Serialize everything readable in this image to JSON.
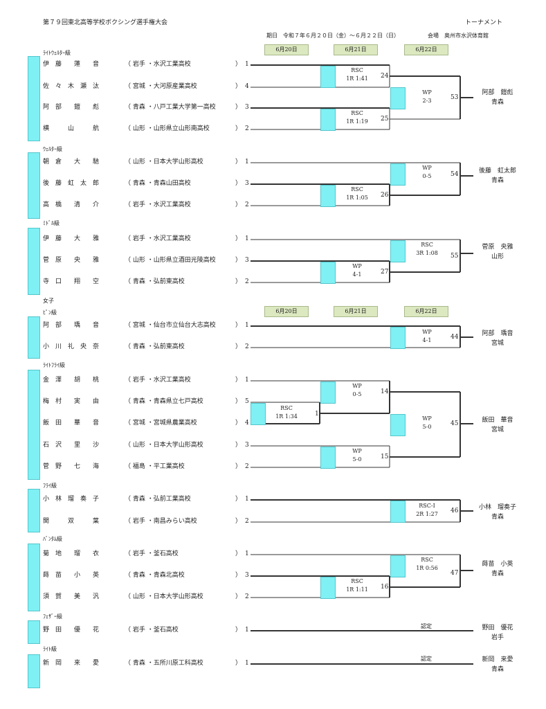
{
  "header": {
    "title": "第７９回東北高等学校ボクシング選手権大会",
    "right": "トーナメント",
    "period": "期日　令和７年６月２０日（金）〜６月２２日（日）",
    "venue": "会場　奥州市水沢体育館"
  },
  "dates": [
    "6月20日",
    "6月21日",
    "6月22日"
  ],
  "women_label": "女子",
  "classes": [
    {
      "label": "ﾗｲﾄｳｪﾙﾀｰ級",
      "entries": [
        {
          "name": "伊　藤　　蓮　　音",
          "school": "（ 岩手 ・水沢工業高校",
          "seed": "1"
        },
        {
          "name": "佐　々　木　瀬　汰",
          "school": "（ 宮城 ・大河原産業高校",
          "seed": "4"
        },
        {
          "name": "阿　部　　鎧　　彪",
          "school": "（ 青森 ・八戸工業大学第一高校",
          "seed": "3"
        },
        {
          "name": "横　　　山　　　航",
          "school": "（ 山形 ・山形県立山形南高校",
          "seed": "2"
        }
      ]
    },
    {
      "label": "ｳｪﾙﾀｰ級",
      "entries": [
        {
          "name": "朝　倉　　大　　馳",
          "school": "（ 山形 ・日本大学山形高校",
          "seed": "1"
        },
        {
          "name": "後　藤　虹　太　郎",
          "school": "（ 青森 ・青森山田高校",
          "seed": "3"
        },
        {
          "name": "高　橋　　清　　介",
          "school": "（ 岩手 ・水沢工業高校",
          "seed": "2"
        }
      ]
    },
    {
      "label": "ﾐﾄﾞﾙ級",
      "entries": [
        {
          "name": "伊　藤　　大　　雅",
          "school": "（ 岩手 ・水沢工業高校",
          "seed": "1"
        },
        {
          "name": "菅　原　　央　　雅",
          "school": "（ 山形 ・山形県立酒田光陵高校",
          "seed": "3"
        },
        {
          "name": "寺　口　　翔　　空",
          "school": "（ 青森 ・弘前東高校",
          "seed": "2"
        }
      ]
    },
    {
      "label": "ﾋﾟﾝ級",
      "entries": [
        {
          "name": "阿　部　　瑀　　音",
          "school": "（ 宮城 ・仙台市立仙台大志高校",
          "seed": "1"
        },
        {
          "name": "小　川　礼　央　奈",
          "school": "（ 青森 ・弘前東高校",
          "seed": "2"
        }
      ]
    },
    {
      "label": "ﾗｲﾄﾌﾗｲ級",
      "entries": [
        {
          "name": "金　澤　　胡　　桃",
          "school": "（ 岩手 ・水沢工業高校",
          "seed": "1"
        },
        {
          "name": "梅　村　　実　　由",
          "school": "（ 青森 ・青森県立七戸高校",
          "seed": "5"
        },
        {
          "name": "飯　田　　華　　音",
          "school": "（ 宮城 ・宮城県農業高校",
          "seed": "4"
        },
        {
          "name": "石　沢　　里　　沙",
          "school": "（ 山形 ・日本大学山形高校",
          "seed": "3"
        },
        {
          "name": "菅　野　　七　　海",
          "school": "（ 福島 ・平工業高校",
          "seed": "2"
        }
      ]
    },
    {
      "label": "ﾌﾗｲ級",
      "entries": [
        {
          "name": "小　林　瑠　奏　子",
          "school": "（ 青森 ・弘前工業高校",
          "seed": "1"
        },
        {
          "name": "関　　　双　　　葉",
          "school": "（ 岩手 ・南昌みらい高校",
          "seed": "2"
        }
      ]
    },
    {
      "label": "ﾊﾞﾝﾀﾑ級",
      "entries": [
        {
          "name": "菊　地　　瑠　　衣",
          "school": "（ 岩手 ・釜石高校",
          "seed": "1"
        },
        {
          "name": "蒔　苗　　小　　英",
          "school": "（ 青森 ・青森北高校",
          "seed": "3"
        },
        {
          "name": "須　賀　　美　　汎",
          "school": "（ 山形 ・日本大学山形高校",
          "seed": "2"
        }
      ]
    },
    {
      "label": "ﾌｪｻﾞｰ級",
      "entries": [
        {
          "name": "野　田　　優　　花",
          "school": "（ 岩手 ・釜石高校",
          "seed": "1"
        }
      ]
    },
    {
      "label": "ﾗｲﾄ級",
      "entries": [
        {
          "name": "新　岡　　来　　愛",
          "school": "（ 青森 ・五所川原工科高校",
          "seed": "1"
        }
      ]
    }
  ],
  "bouts": [
    {
      "l1": "RSC",
      "l2": "1R 1:41",
      "num": "24"
    },
    {
      "l1": "RSC",
      "l2": "1R 1:19",
      "num": "25"
    },
    {
      "l1": "WP",
      "l2": "2-3",
      "num": "53"
    },
    {
      "l1": "RSC",
      "l2": "1R 1:05",
      "num": "26"
    },
    {
      "l1": "WP",
      "l2": "0-5",
      "num": "54"
    },
    {
      "l1": "WP",
      "l2": "4-1",
      "num": "27"
    },
    {
      "l1": "RSC",
      "l2": "3R 1:08",
      "num": "55"
    },
    {
      "l1": "WP",
      "l2": "4-1",
      "num": "44"
    },
    {
      "l1": "RSC",
      "l2": "1R 1:34",
      "num": "1"
    },
    {
      "l1": "WP",
      "l2": "0-5",
      "num": "14"
    },
    {
      "l1": "WP",
      "l2": "5-0",
      "num": "15"
    },
    {
      "l1": "WP",
      "l2": "5-0",
      "num": "45"
    },
    {
      "l1": "RSC-I",
      "l2": "2R 1:27",
      "num": "46"
    },
    {
      "l1": "RSC",
      "l2": "1R 1:11",
      "num": "16"
    },
    {
      "l1": "RSC",
      "l2": "1R 0:56",
      "num": "47"
    },
    {
      "l1": "認定",
      "l2": "",
      "num": ""
    },
    {
      "l1": "認定",
      "l2": "",
      "num": ""
    }
  ],
  "winners": [
    {
      "name": "阿部　鎧彪",
      "pref": "青森"
    },
    {
      "name": "後藤　虹太郎",
      "pref": "青森"
    },
    {
      "name": "菅原　央雅",
      "pref": "山形"
    },
    {
      "name": "阿部　瑀音",
      "pref": "宮城"
    },
    {
      "name": "飯田　華音",
      "pref": "宮城"
    },
    {
      "name": "小林　瑠奏子",
      "pref": "青森"
    },
    {
      "name": "蒔苗　小英",
      "pref": "青森"
    },
    {
      "name": "野田　優花",
      "pref": "岩手"
    },
    {
      "name": "新岡　来愛",
      "pref": "青森"
    }
  ]
}
